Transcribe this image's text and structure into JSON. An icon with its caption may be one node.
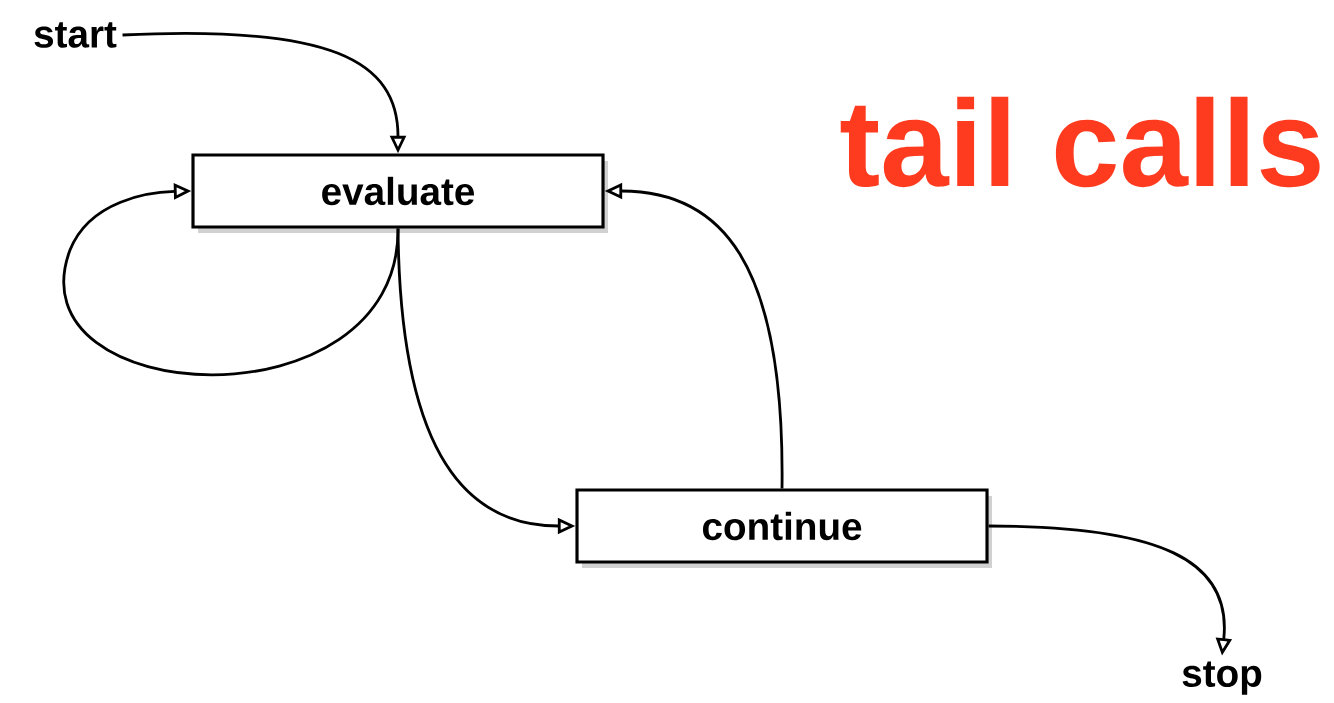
{
  "diagram": {
    "title": "tail calls",
    "nodes": [
      {
        "text": [
          "start"
        ]
      },
      {
        "text": [
          "evaluate"
        ]
      },
      {
        "text": [
          "continue"
        ]
      },
      {
        "text": [
          "stop"
        ]
      }
    ],
    "edges": [
      {
        "from": 0,
        "to": 1,
        "arrow": "to"
      },
      {
        "from": 1,
        "to": 1,
        "arrow": "to"
      },
      {
        "from": 1,
        "to": 2,
        "arrow": "to"
      },
      {
        "from": 2,
        "to": 1,
        "arrow": "to"
      },
      {
        "from": 2,
        "to": 3,
        "arrow": "to"
      }
    ]
  }
}
